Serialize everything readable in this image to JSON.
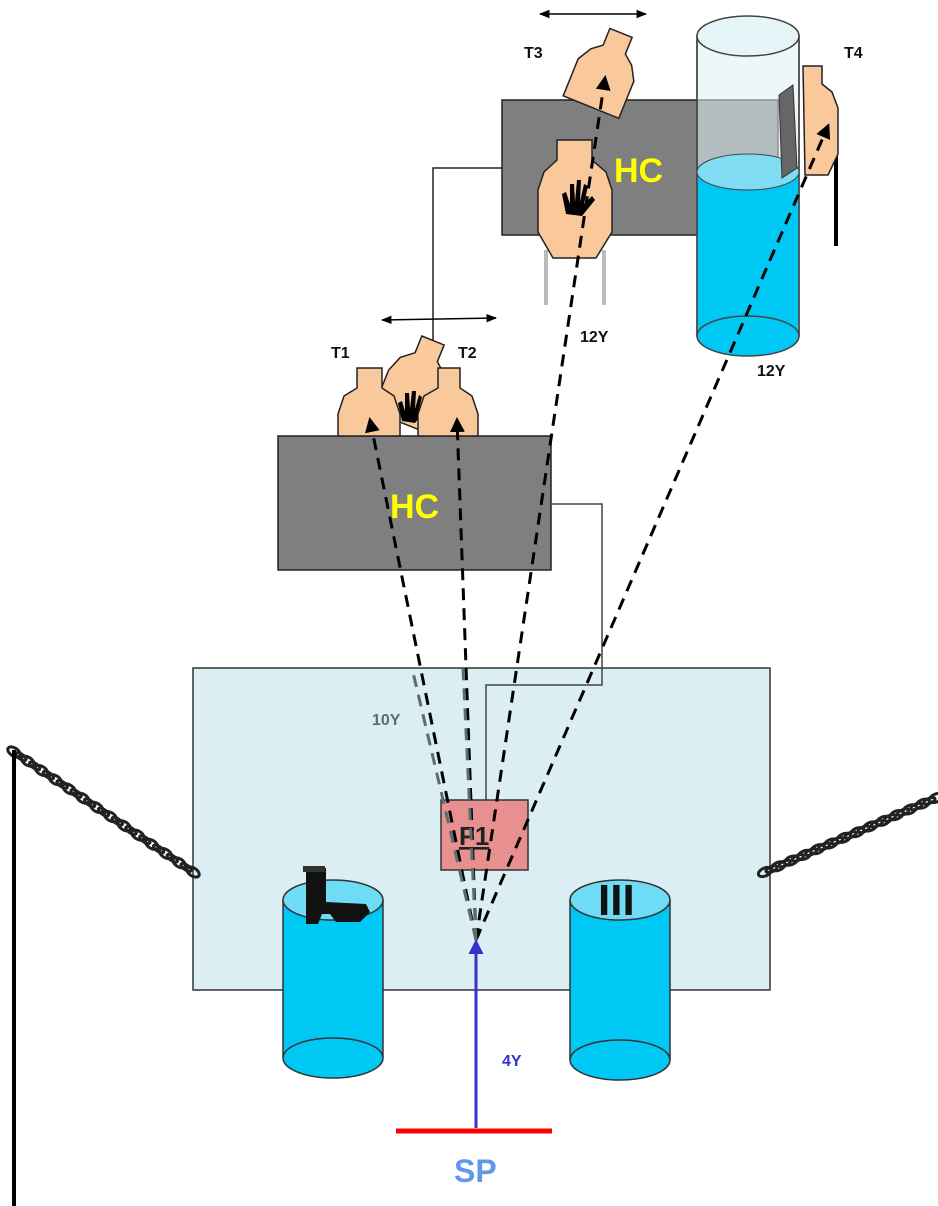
{
  "labels": {
    "t1": "T1",
    "t2": "T2",
    "t3": "T3",
    "t4": "T4",
    "hc_upper": "HC",
    "hc_lower": "HC",
    "dist_12y_center": "12Y",
    "dist_12y_right": "12Y",
    "dist_10y": "10Y",
    "dist_4y": "4Y",
    "fault_line": "F1",
    "start_position": "SP",
    "barrel_marks": "III"
  },
  "colors": {
    "target": "#f9c89b",
    "hard_cover": "#7f7f7f",
    "barrel": "#00c8f4",
    "barrel_top": "#6fdcf6",
    "shooting_area": "#dbeef3",
    "fault_box": "#e88f8f",
    "start_line": "#ff0000",
    "start_text": "#6495ed",
    "approach_arrow": "#3333cc",
    "hc_text": "#ffff00",
    "dist_gray": "#5a6e72"
  },
  "icons": {
    "no_shoot": "hand-icon",
    "pistol": "pistol-icon",
    "swinger_arrows": "double-arrow-icon",
    "chain": "chain-icon"
  }
}
